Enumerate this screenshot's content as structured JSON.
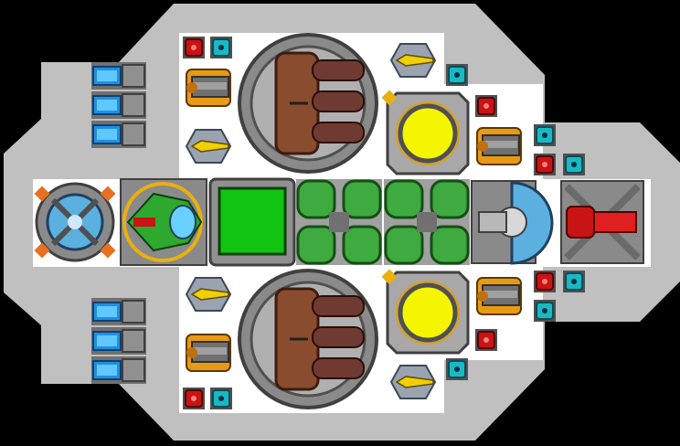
{
  "editor": {
    "background_color": "#000000",
    "hull_color": "#c0c0c0",
    "deck_color": "#ffffff"
  },
  "ship": {
    "modules": [
      {
        "id": "reactor-core",
        "icon": "reactor-icon",
        "kind": "reactor"
      },
      {
        "id": "cockpit",
        "icon": "cockpit-icon",
        "kind": "cockpit"
      },
      {
        "id": "cargo-bay",
        "icon": "cargo-icon",
        "kind": "cargo"
      },
      {
        "id": "fuel-tank-1",
        "icon": "fuel-tank-icon",
        "kind": "fuel-tank"
      },
      {
        "id": "fuel-tank-2",
        "icon": "fuel-tank-icon",
        "kind": "fuel-tank"
      },
      {
        "id": "shield-dome",
        "icon": "shield-generator-icon",
        "kind": "shield"
      },
      {
        "id": "laser-cannon",
        "icon": "laser-cannon-icon",
        "kind": "weapon"
      },
      {
        "id": "missile-silo-top",
        "icon": "missile-silo-icon",
        "kind": "weapon"
      },
      {
        "id": "missile-silo-bottom",
        "icon": "missile-silo-icon",
        "kind": "weapon"
      },
      {
        "id": "power-node-top",
        "icon": "power-node-icon",
        "kind": "power"
      },
      {
        "id": "power-node-bottom",
        "icon": "power-node-icon",
        "kind": "power"
      }
    ],
    "colors": {
      "red_block": "#c81414",
      "cyan_block": "#1ab8c4",
      "fuel_green": "#3faa3f",
      "cargo_green": "#11c411",
      "yellow_core": "#f5f500",
      "copper": "#8a4c2e",
      "orange": "#e89a14"
    }
  }
}
